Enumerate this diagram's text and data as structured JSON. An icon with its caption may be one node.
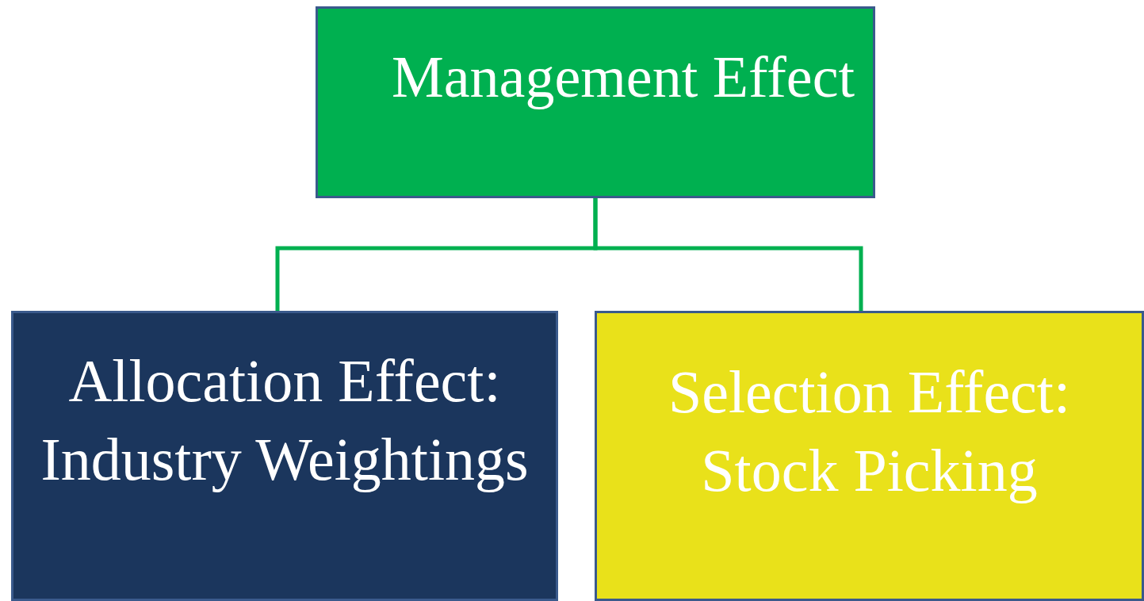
{
  "diagram": {
    "nodes": [
      {
        "text": [
          "Management Effect"
        ]
      },
      {
        "text": [
          "Allocation Effect: Industry Weightings"
        ]
      },
      {
        "text": [
          "Selection Effect: Stock Picking"
        ]
      }
    ],
    "edges": [
      {
        "from": 0,
        "to": 1,
        "arrow": "none"
      },
      {
        "from": 0,
        "to": 2,
        "arrow": "none"
      }
    ]
  }
}
